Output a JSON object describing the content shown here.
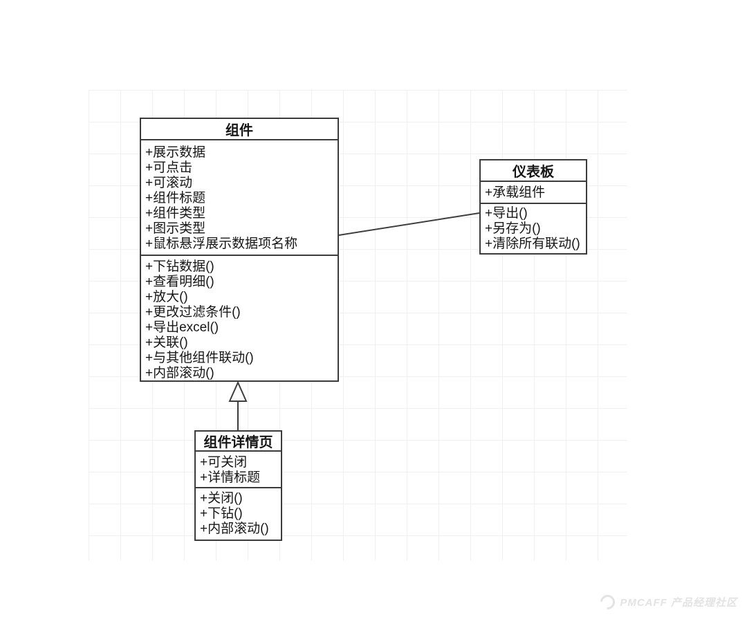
{
  "diagram": {
    "type": "uml-class-diagram",
    "classes": [
      {
        "name": "组件",
        "attributes": [
          "+展示数据",
          "+可点击",
          "+可滚动",
          "+组件标题",
          "+组件类型",
          "+图示类型",
          "+鼠标悬浮展示数据项名称"
        ],
        "methods": [
          "+下钻数据()",
          "+查看明细()",
          "+放大()",
          "+更改过滤条件()",
          "+导出excel()",
          "+关联()",
          "+与其他组件联动()",
          "+内部滚动()"
        ]
      },
      {
        "name": "仪表板",
        "attributes": [
          "+承载组件"
        ],
        "methods": [
          "+导出()",
          "+另存为()",
          "+清除所有联动()"
        ]
      },
      {
        "name": "组件详情页",
        "attributes": [
          "+可关闭",
          "+详情标题"
        ],
        "methods": [
          "+关闭()",
          "+下钻()",
          "+内部滚动()"
        ]
      }
    ],
    "relationships": [
      {
        "type": "association",
        "from": "组件",
        "to": "仪表板"
      },
      {
        "type": "generalization",
        "from": "组件详情页",
        "to": "组件"
      }
    ],
    "colors": {
      "border": "#3b3b3b",
      "text": "#161616",
      "grid": "#f0f0f0",
      "background": "#ffffff",
      "watermark": "#e3e3e3"
    }
  },
  "icons": {
    "watermark_logo": "crescent-circle"
  },
  "watermark": {
    "text": "PMCAFF 产品经理社区"
  }
}
